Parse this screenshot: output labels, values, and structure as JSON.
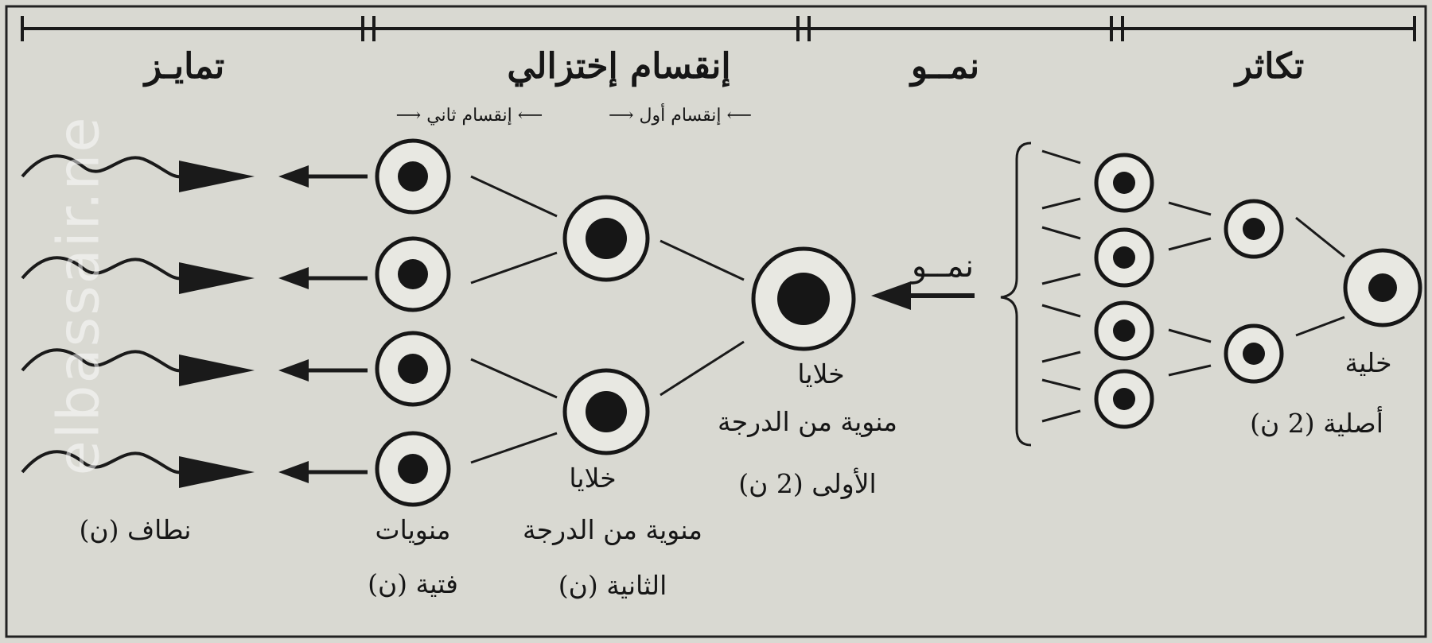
{
  "phases": {
    "multiplication": "تكاثر",
    "growth": "نمــو",
    "meiosis": "إنقسام إختزالي",
    "differentiation": "تمايـز"
  },
  "meiosis_divisions": {
    "first": "إنقسام أول",
    "second": "إنقسام ثاني"
  },
  "growth_arrow_label": "نمــو",
  "cell_labels": {
    "stem_line1": "خلية",
    "stem_line2": "أصلية (2 ن)",
    "primary_line1": "خلايا",
    "primary_line2": "منوية من الدرجة",
    "primary_line3": "الأولى (2 ن)",
    "secondary_line1": "خلايا",
    "secondary_line2": "منوية من الدرجة",
    "secondary_line3": "الثانية (ن)",
    "spermatid_line1": "منويات",
    "spermatid_line2": "فتية (ن)",
    "sperm": "نطاف (ن)"
  },
  "watermark": "elbassair.ne",
  "colors": {
    "background": "#d9d9d2",
    "ink": "#161616"
  }
}
